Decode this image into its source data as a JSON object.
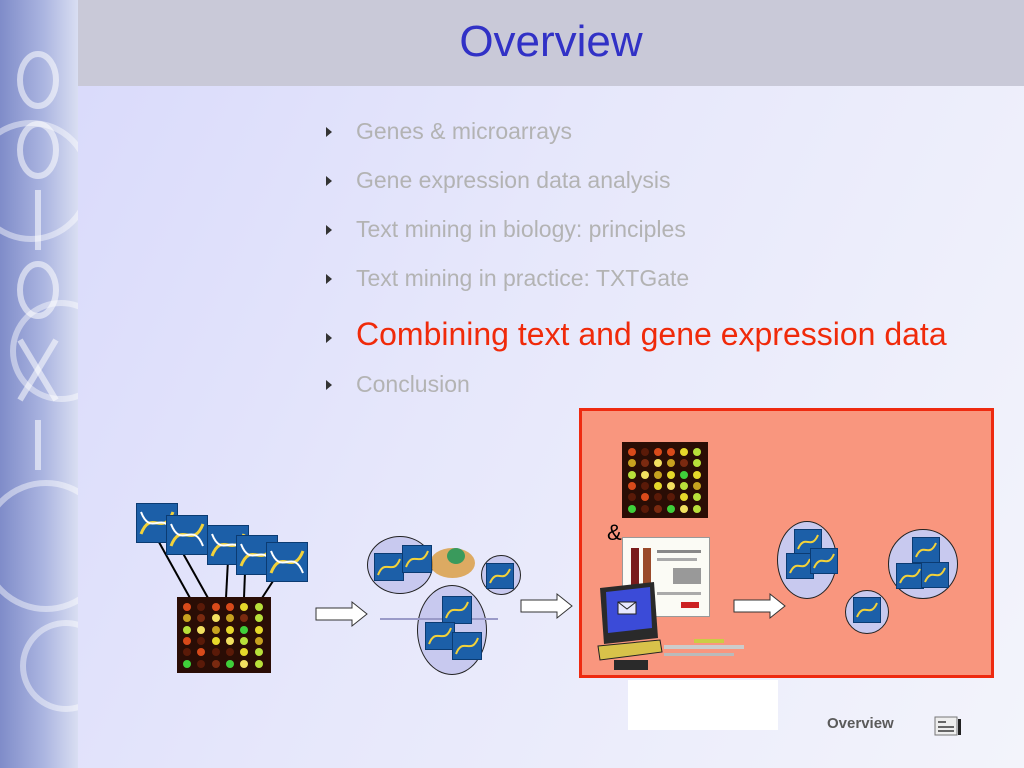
{
  "title": "Overview",
  "bullets": [
    {
      "label": "Genes & microarrays",
      "active": false
    },
    {
      "label": "Gene expression data analysis",
      "active": false
    },
    {
      "label": "Text mining in biology: principles",
      "active": false
    },
    {
      "label": "Text mining in practice: TXTGate",
      "active": false
    },
    {
      "label": "Combining text and gene expression data",
      "active": true
    },
    {
      "label": "Conclusion",
      "active": false
    }
  ],
  "diagram": {
    "ampersand": "&"
  },
  "footer": {
    "label": "Overview",
    "nav_icon": "presentation-nav-icon"
  },
  "colors": {
    "title": "#3131c6",
    "active_bullet": "#f02a0a",
    "inactive_bullet": "#b3b3b3",
    "highlight_box": "#f9967e"
  }
}
